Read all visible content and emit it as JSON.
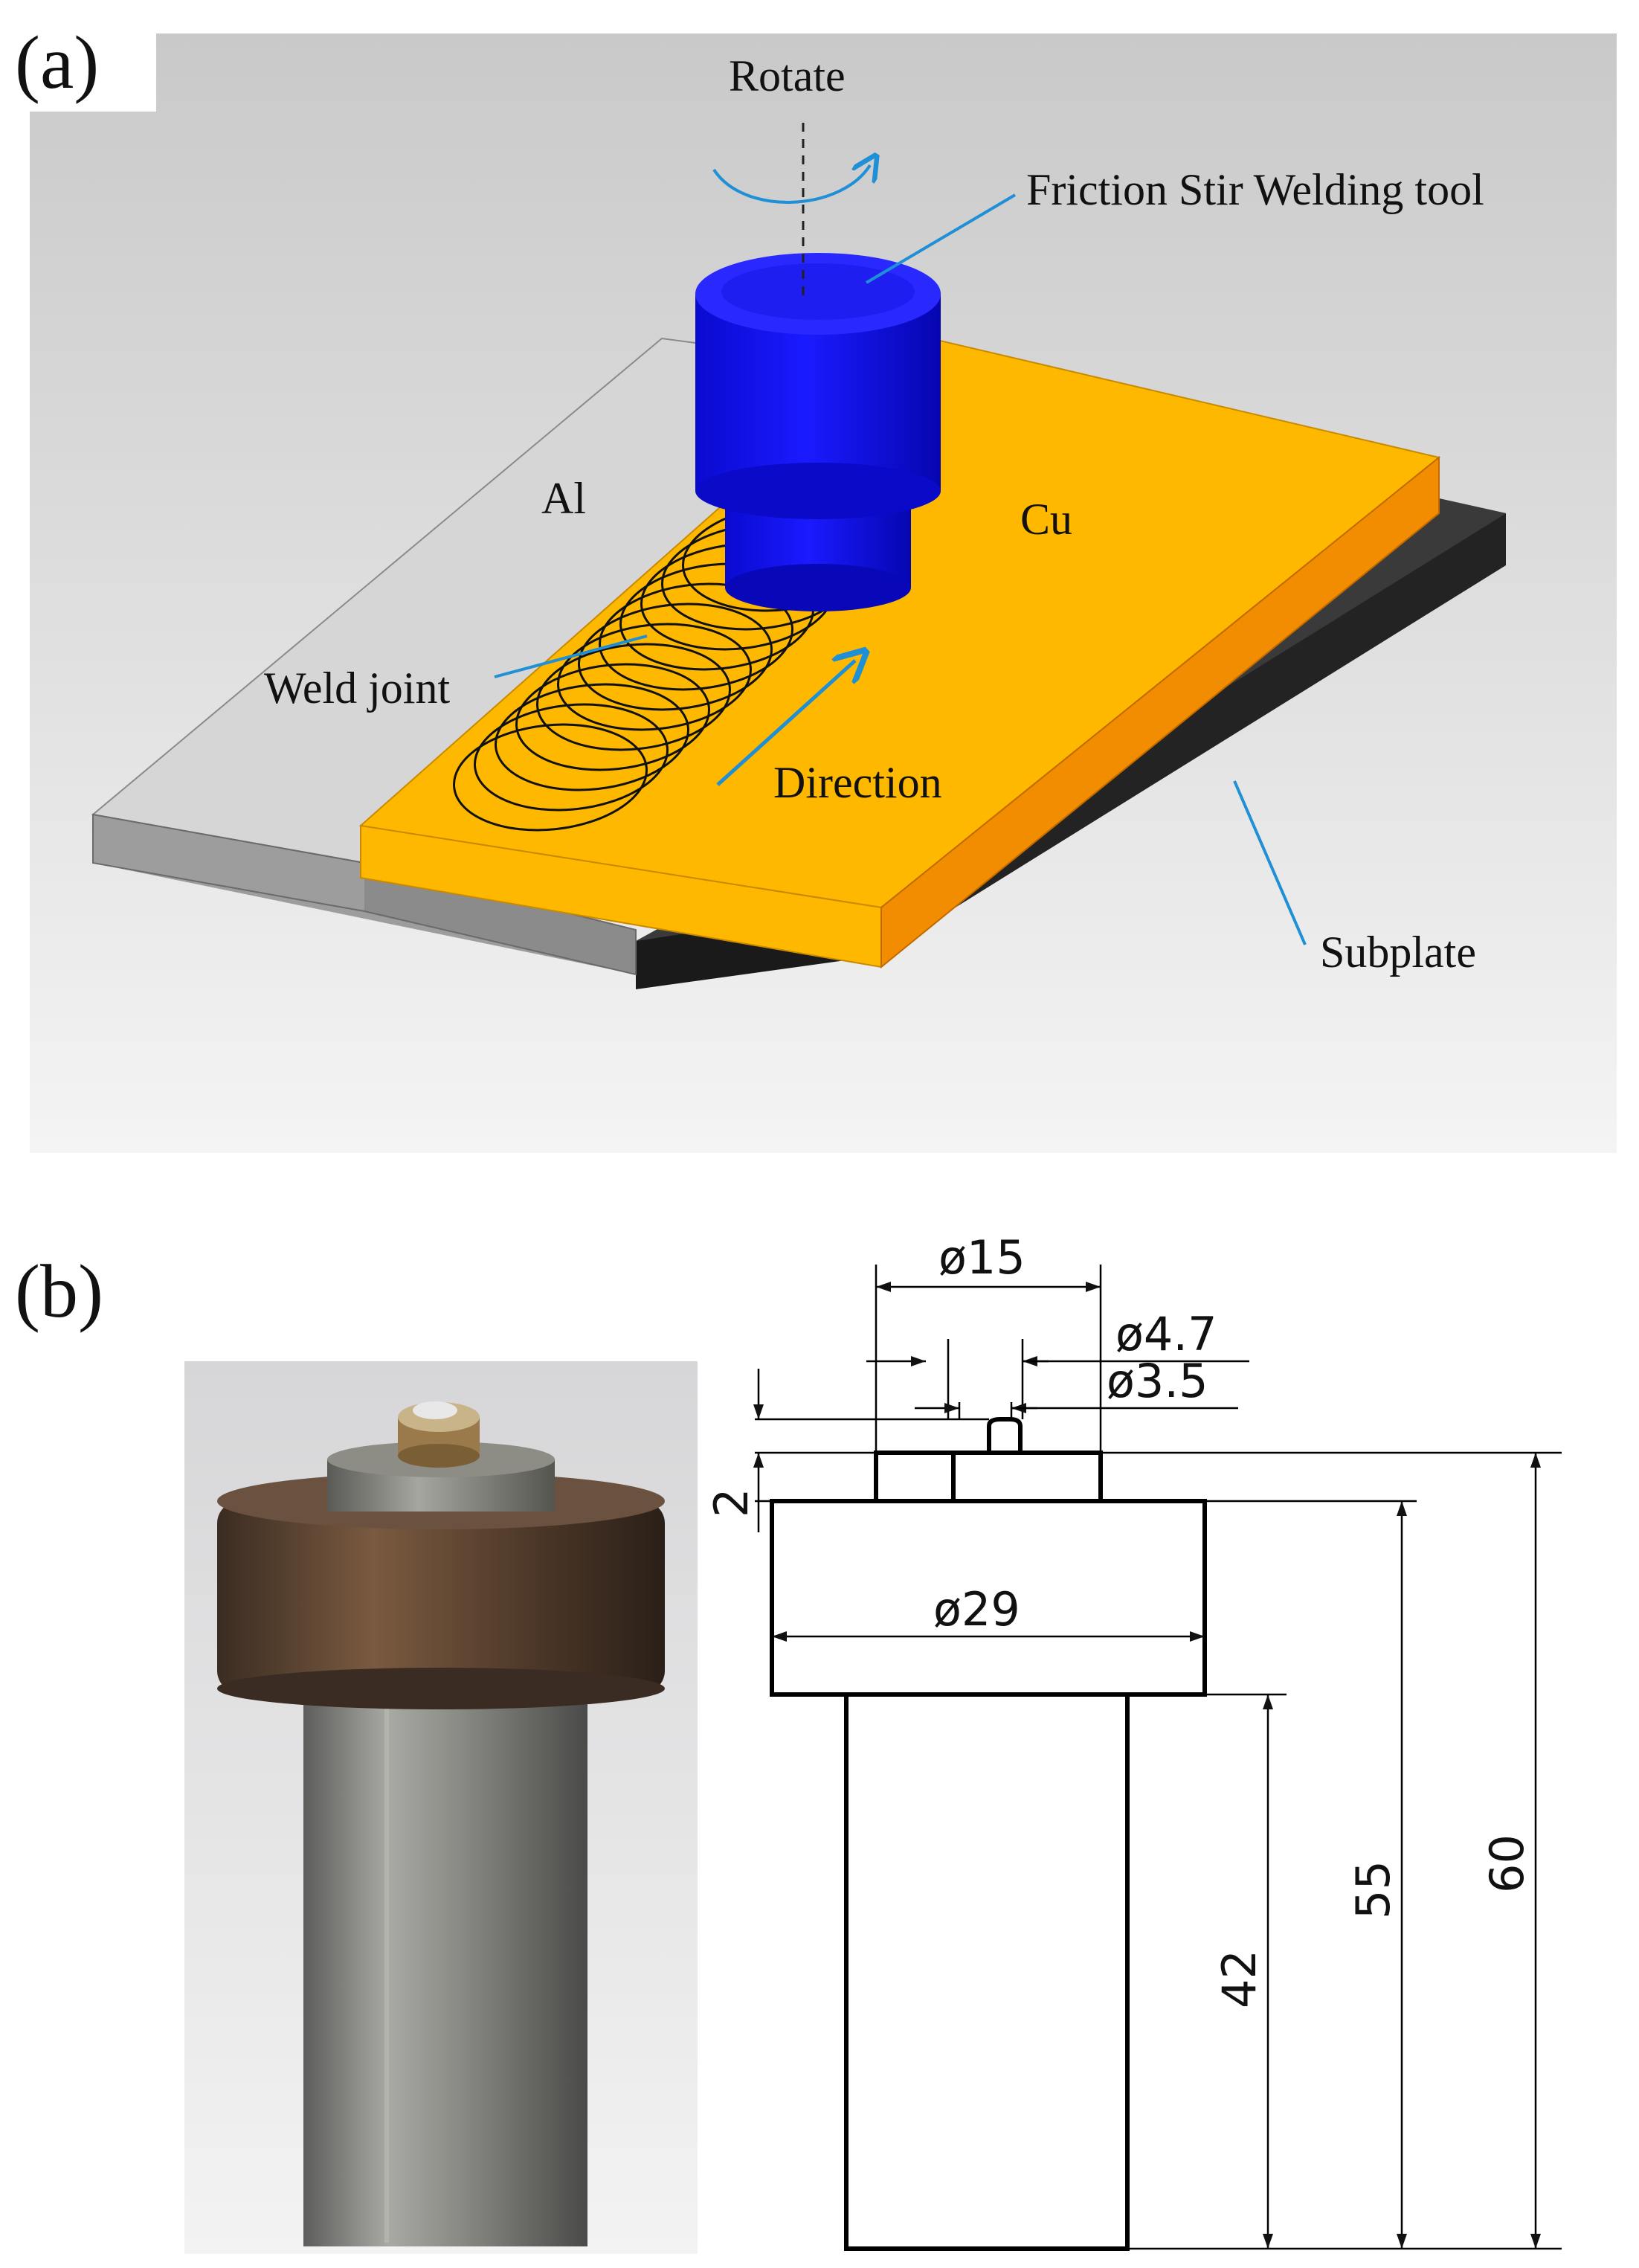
{
  "panel_a": {
    "label": "(a)",
    "rotate_label": "Rotate",
    "tool_label": "Friction Stir Welding tool",
    "al_label": "Al",
    "cu_label": "Cu",
    "weld_label": "Weld joint",
    "direction_label": "Direction",
    "subplate_label": "Subplate"
  },
  "panel_b": {
    "label": "(b)",
    "dims": {
      "d15": "ø15",
      "d4_7": "ø4.7",
      "d3_5": "ø3.5",
      "d29": "ø29",
      "h2": "2",
      "h42": "42",
      "h55": "55",
      "h60": "60"
    }
  },
  "colors": {
    "tool_blue": "#1010e6",
    "copper_plate": "#ffb800",
    "copper_edge": "#f28c00",
    "aluminum_top": "#d4d4d4",
    "aluminum_side": "#9a9a9a",
    "subplate": "#2a2a2a",
    "leader_line": "#1f8fd6"
  }
}
